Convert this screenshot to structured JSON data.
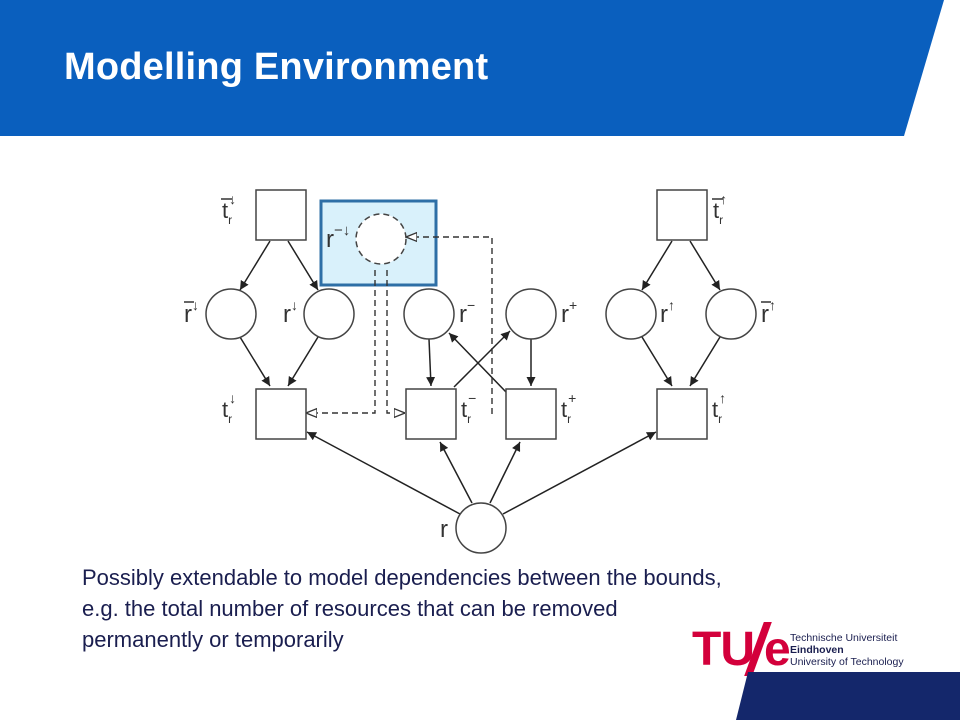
{
  "slide": {
    "title": "Modelling Environment",
    "body_text": "Possibly extendable to model dependencies between the bounds, e.g. the total number of resources that can be removed permanently or temporarily"
  },
  "colors": {
    "header_blue": "#0a5fbe",
    "footer_navy": "#14276b",
    "highlight_fill": "#d9f1fb",
    "highlight_border": "#2e6fa6",
    "logo_red": "#d3003b"
  },
  "diagram": {
    "labels": {
      "tbar_down": "t",
      "tbar_up": "t",
      "r_minus_down": "r",
      "rbar_down": "r",
      "r_down": "r",
      "r_minus": "r",
      "r_plus": "r",
      "r_up": "r",
      "rbar_up": "r",
      "t_down": "t",
      "t_minus": "t",
      "t_plus": "t",
      "t_up": "t",
      "r": "r"
    },
    "subscripts": {
      "tbar_down": "r",
      "tbar_up": "r",
      "t_down": "r",
      "t_minus": "r",
      "t_plus": "r",
      "t_up": "r"
    },
    "superscripts": {
      "tbar_down": "↓",
      "tbar_up": "↑",
      "r_minus_down": "−↓",
      "rbar_down": "↓",
      "r_down": "↓",
      "r_minus": "−",
      "r_plus": "+",
      "r_up": "↑",
      "rbar_up": "↑",
      "t_down": "↓",
      "t_minus": "−",
      "t_plus": "+",
      "t_up": "↑"
    }
  },
  "logo": {
    "tu": "TU",
    "e": "e",
    "line1": "Technische Universiteit",
    "line2": "Eindhoven",
    "line3": "University of Technology"
  }
}
